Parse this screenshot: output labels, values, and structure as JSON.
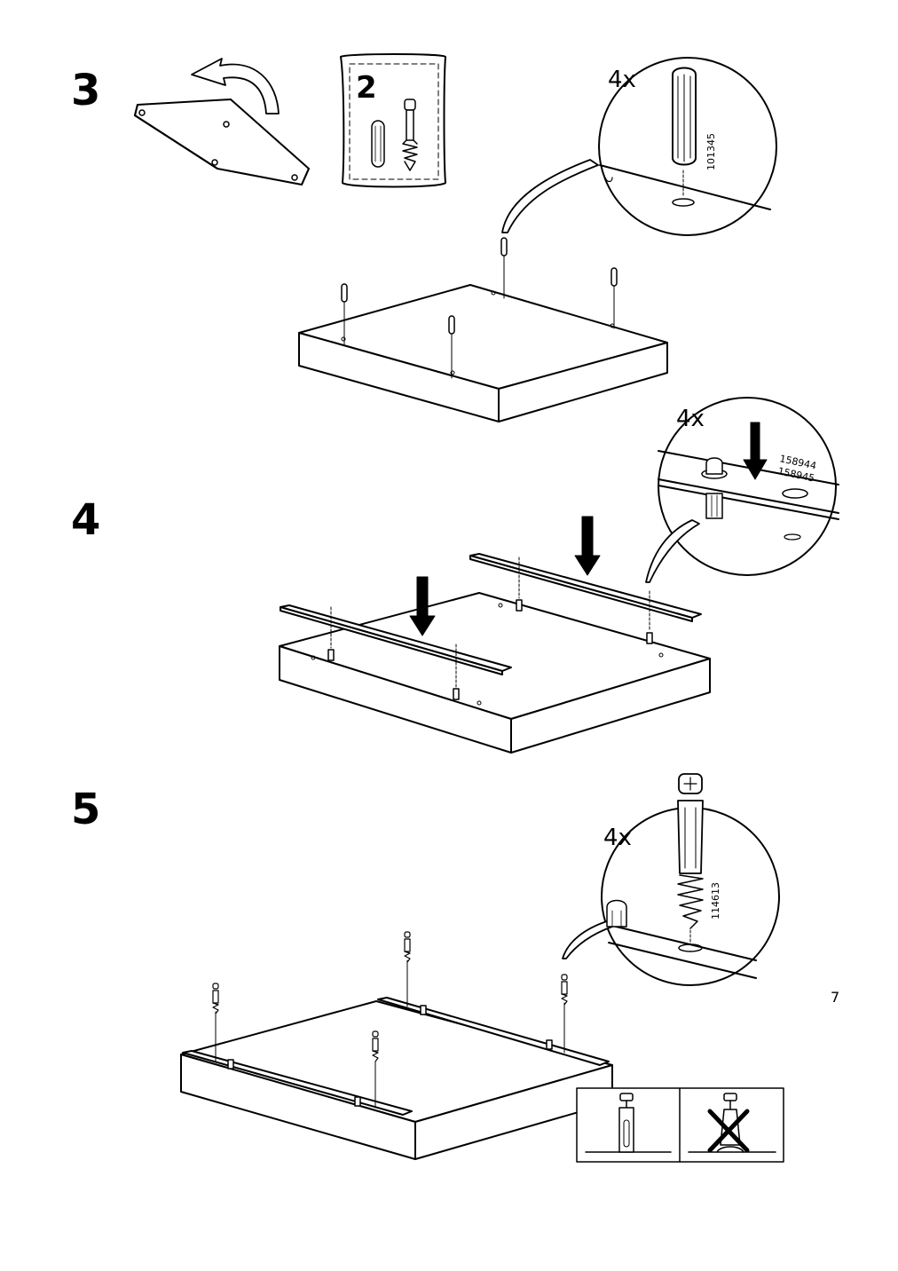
{
  "page": {
    "number": "7"
  },
  "steps": [
    {
      "number": "3",
      "packet_label": "2",
      "detail": {
        "quantity": "4x",
        "part_code": "101345"
      }
    },
    {
      "number": "4",
      "detail": {
        "quantity": "4x",
        "part_codes": [
          "158944",
          "158945"
        ]
      }
    },
    {
      "number": "5",
      "detail": {
        "quantity": "4x",
        "part_code": "114613"
      }
    }
  ]
}
